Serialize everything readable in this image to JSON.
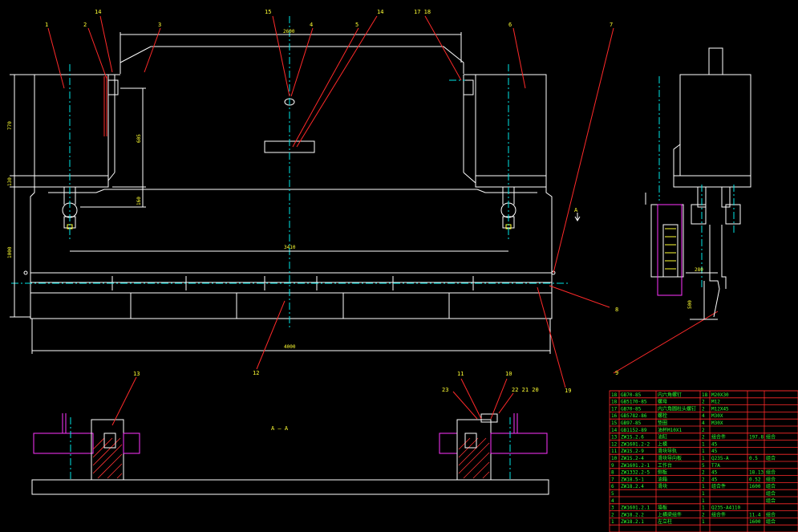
{
  "parts": {
    "p1": "1",
    "p2": "2",
    "p14a": "14",
    "p3": "3",
    "p15a": "15",
    "p4": "4",
    "p5": "5",
    "p14b": "14",
    "p1718": "17 18",
    "p6": "6",
    "p7": "7",
    "p8": "8",
    "p9": "9",
    "p12": "12",
    "p19": "19",
    "p13": "13",
    "p11": "11",
    "p10": "10",
    "p23": "23",
    "p222120": "22 21 20"
  },
  "dims": {
    "d2600": "2600",
    "d770": "770",
    "d605": "605",
    "d130": "130",
    "d160": "160",
    "d1000": "1000",
    "d3410": "3410",
    "d4000": "4000",
    "d280": "280",
    "d500": "500"
  },
  "section": {
    "mark": "A",
    "title": "A — A"
  },
  "title_block": {
    "rows": [
      [
        "18",
        "GB70-85",
        "内六角螺钉",
        "18",
        "M20X30",
        "",
        ""
      ],
      [
        "18",
        "GB5170-85",
        "螺母",
        "2",
        "M12",
        "",
        ""
      ],
      [
        "17",
        "GB70-85",
        "内六角圆柱头螺钉",
        "2",
        "M12X45",
        "",
        ""
      ],
      [
        "16",
        "GB5782-86",
        "螺栓",
        "4",
        "M30X",
        "",
        ""
      ],
      [
        "15",
        "GB97-85",
        "垫圈",
        "4",
        "M30X",
        "",
        ""
      ],
      [
        "14",
        "GB1152-89",
        "油杯M10X1",
        "2",
        "",
        "",
        ""
      ],
      [
        "13",
        "ZW1S.2.6",
        "油缸",
        "2",
        "组合件",
        "197.8",
        "组合"
      ],
      [
        "12",
        "ZW1601.2-2",
        "上模",
        "1",
        "45",
        "",
        ""
      ],
      [
        "11",
        "ZW1S.2-9",
        "滑块导轨",
        "1",
        "45",
        "",
        ""
      ],
      [
        "10",
        "ZW1S.2-4",
        "滑块导向板",
        "1",
        "Q235-A",
        "0.5",
        "组合"
      ],
      [
        "9",
        "ZW1601.2-1",
        "工作台",
        "5",
        "T7A",
        "",
        ""
      ],
      [
        "8",
        "ZW1332.2-5",
        "侧板",
        "2",
        "45",
        "18.13",
        "组合"
      ],
      [
        "7",
        "ZW18.5-1",
        "油箱",
        "2",
        "45",
        "0.52",
        "组合"
      ],
      [
        "6",
        "ZW18.2.4",
        "滑块",
        "1",
        "组合件",
        "1600",
        "组合"
      ],
      [
        "5",
        "",
        "",
        "1",
        "",
        "",
        "组合"
      ],
      [
        "4",
        "",
        "",
        "1",
        "",
        "",
        "组合"
      ],
      [
        "3",
        "ZW1601.2.1",
        "墙板",
        "1",
        "Q235-A4110",
        "",
        ""
      ],
      [
        "2",
        "ZW18.2.2",
        "上横梁组件",
        "2",
        "组合件",
        "11.4",
        "组合"
      ],
      [
        "1",
        "ZW18.2.1",
        "左立柱",
        "1",
        "",
        "1600",
        "组合"
      ],
      [
        "",
        "",
        "",
        "",
        "",
        "",
        ""
      ]
    ]
  }
}
